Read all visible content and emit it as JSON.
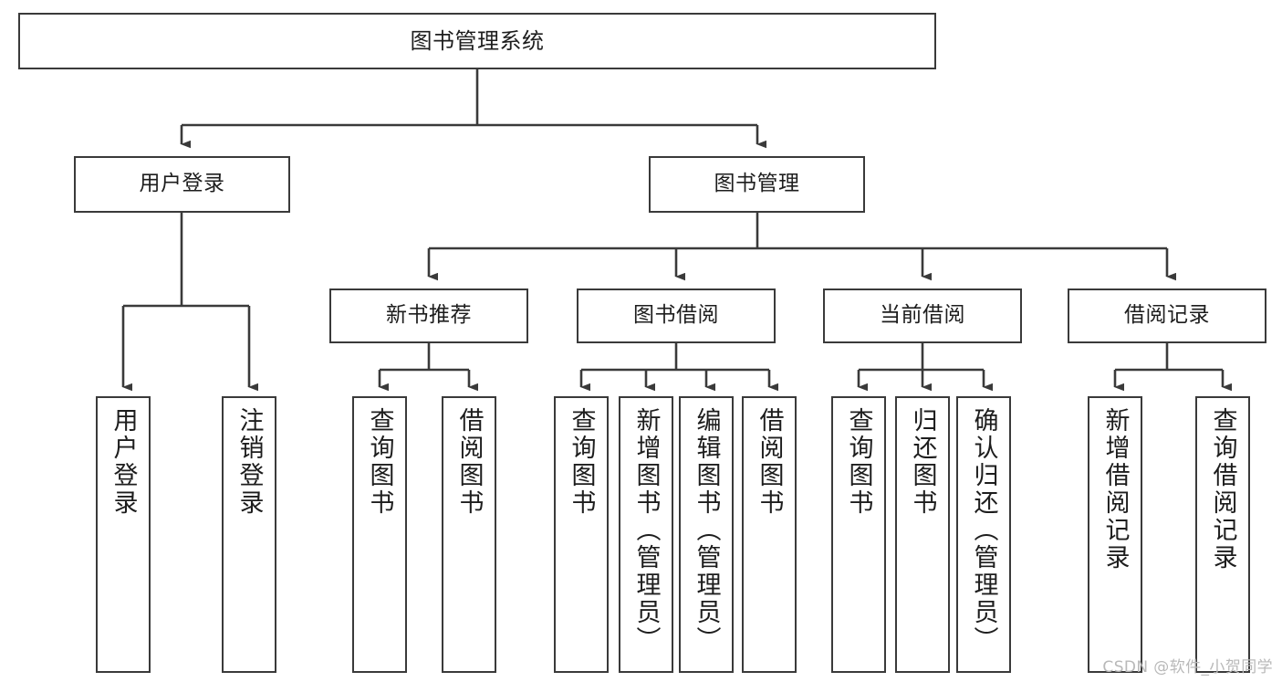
{
  "diagram": {
    "title": "图书管理系统",
    "type": "tree",
    "root": {
      "label": "图书管理系统"
    },
    "level1": [
      {
        "label": "用户登录"
      },
      {
        "label": "图书管理"
      }
    ],
    "level2": [
      {
        "label": "新书推荐"
      },
      {
        "label": "图书借阅"
      },
      {
        "label": "当前借阅"
      },
      {
        "label": "借阅记录"
      }
    ],
    "leaves": {
      "user_login": [
        {
          "label": "用户登录"
        },
        {
          "label": "注销登录"
        }
      ],
      "new_book_recommend": [
        {
          "label": "查询图书"
        },
        {
          "label": "借阅图书"
        }
      ],
      "book_borrow": [
        {
          "label": "查询图书"
        },
        {
          "label": "新增图书（管理员）"
        },
        {
          "label": "编辑图书（管理员）"
        },
        {
          "label": "借阅图书"
        }
      ],
      "current_borrow": [
        {
          "label": "查询图书"
        },
        {
          "label": "归还图书"
        },
        {
          "label": "确认归还（管理员）"
        }
      ],
      "borrow_record": [
        {
          "label": "新增借阅记录"
        },
        {
          "label": "查询借阅记录"
        }
      ]
    }
  },
  "watermark": {
    "text": "CSDN @软件_小贺同学"
  },
  "colors": {
    "stroke": "#3a3a3a",
    "text": "#1d1d1d",
    "background": "#ffffff",
    "watermark": "#b9b9b9"
  }
}
